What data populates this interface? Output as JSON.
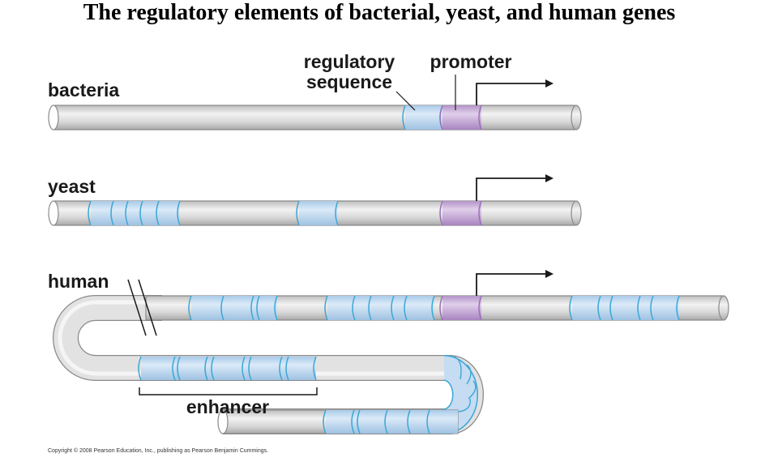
{
  "title": "The regulatory elements of bacterial, yeast, and human genes",
  "labels": {
    "bacteria": "bacteria",
    "yeast": "yeast",
    "human": "human",
    "regulatory_line1": "regulatory",
    "regulatory_line2": "sequence",
    "promoter": "promoter",
    "enhancer": "enhancer"
  },
  "copyright": "Copyright © 2008 Pearson Education, Inc., publishing as Pearson Benjamin Cummings.",
  "colors": {
    "tube_fill": "#d9d9d9",
    "tube_edge": "#8a8a8a",
    "regulatory_fill": "#c6dcf2",
    "regulatory_edge": "#3aa7d6",
    "promoter_fill": "#c9b0d8",
    "promoter_edge": "#9b6fb8",
    "arrow": "#1a1a1a"
  }
}
